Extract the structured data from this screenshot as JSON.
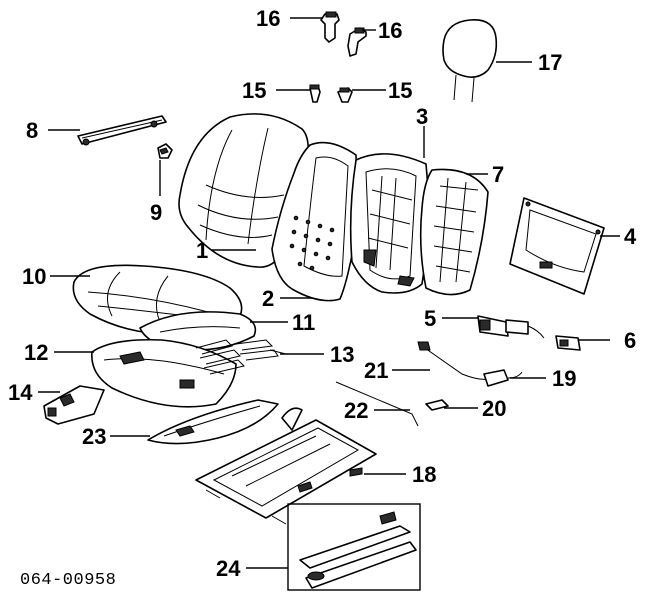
{
  "diagram_code": "064-00958",
  "callouts": [
    {
      "id": "1",
      "label": "1"
    },
    {
      "id": "2",
      "label": "2"
    },
    {
      "id": "3",
      "label": "3"
    },
    {
      "id": "4",
      "label": "4"
    },
    {
      "id": "5",
      "label": "5"
    },
    {
      "id": "6",
      "label": "6"
    },
    {
      "id": "7",
      "label": "7"
    },
    {
      "id": "8",
      "label": "8"
    },
    {
      "id": "9",
      "label": "9"
    },
    {
      "id": "10",
      "label": "10"
    },
    {
      "id": "11",
      "label": "11"
    },
    {
      "id": "12",
      "label": "12"
    },
    {
      "id": "13",
      "label": "13"
    },
    {
      "id": "14",
      "label": "14"
    },
    {
      "id": "15a",
      "label": "15"
    },
    {
      "id": "15b",
      "label": "15"
    },
    {
      "id": "16a",
      "label": "16"
    },
    {
      "id": "16b",
      "label": "16"
    },
    {
      "id": "17",
      "label": "17"
    },
    {
      "id": "18",
      "label": "18"
    },
    {
      "id": "19",
      "label": "19"
    },
    {
      "id": "20",
      "label": "20"
    },
    {
      "id": "21",
      "label": "21"
    },
    {
      "id": "22",
      "label": "22"
    },
    {
      "id": "23",
      "label": "23"
    },
    {
      "id": "24",
      "label": "24"
    }
  ]
}
